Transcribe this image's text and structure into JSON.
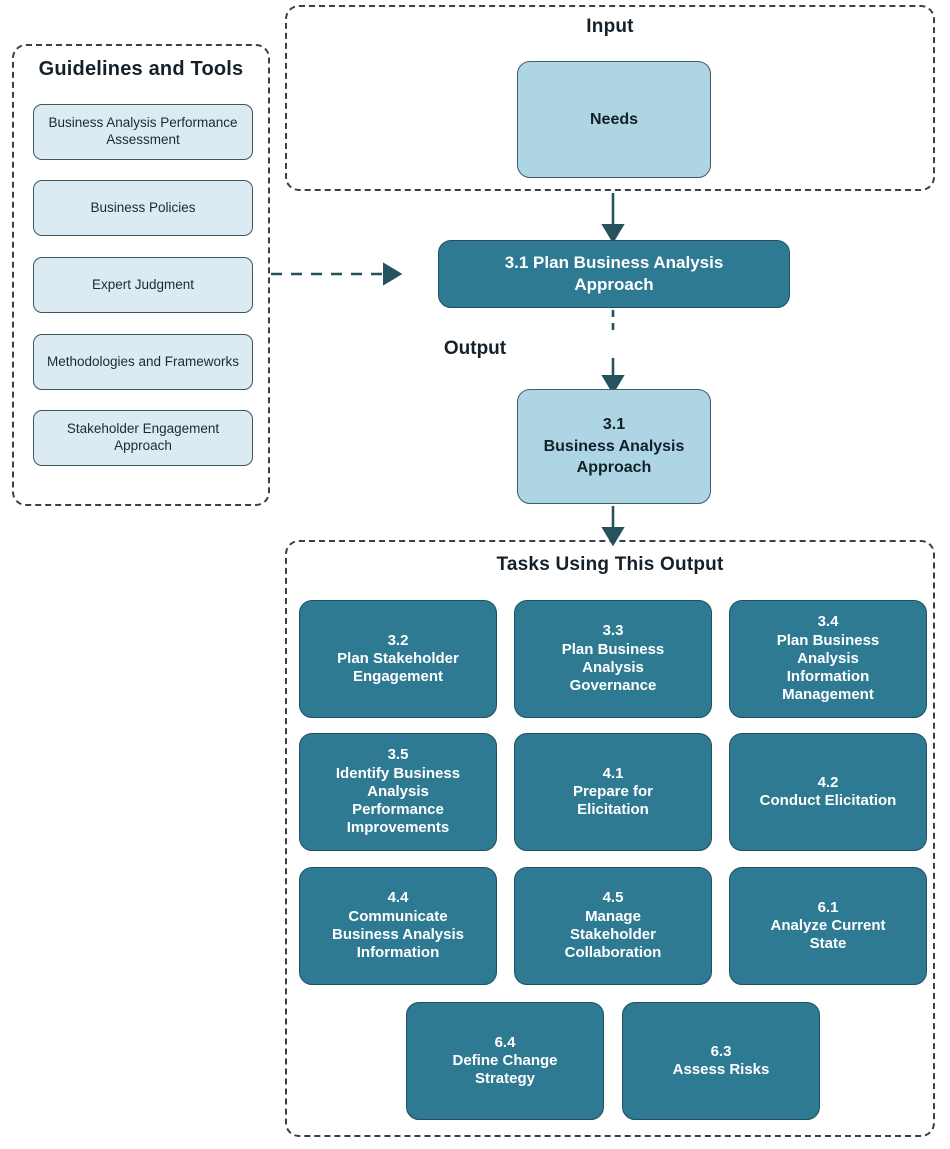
{
  "diagram": {
    "title": "Plan Business Analysis Approach input-output diagram",
    "colors": {
      "teal_fill": "#2E7A93",
      "teal_border": "#1F5062",
      "light_blue_fill": "#AED5E4",
      "light_blue_border": "#3F5C6B",
      "chip_fill": "#DCEBF1",
      "chip_border": "#3C5664",
      "dashed_border": "#32434D",
      "text_dark": "#1C2B33",
      "text_light": "#FFFFFF",
      "background": "#FFFFFF"
    }
  },
  "guidelines": {
    "title": "Guidelines and Tools",
    "items": [
      {
        "label": "Business Analysis\nPerformance Assessment"
      },
      {
        "label": "Business Policies"
      },
      {
        "label": "Expert Judgment"
      },
      {
        "label": "Methodologies and\nFrameworks"
      },
      {
        "label": "Stakeholder Engagement\nApproach"
      }
    ]
  },
  "input": {
    "title": "Input",
    "nodes": [
      {
        "label": "Needs"
      }
    ]
  },
  "process": {
    "label": "3.1 Plan Business Analysis\nApproach"
  },
  "output": {
    "label": "Output",
    "node": "3.1\nBusiness Analysis\nApproach"
  },
  "tasks": {
    "title": "Tasks Using This Output",
    "items": [
      {
        "number": "3.2",
        "name": "Plan Stakeholder\nEngagement",
        "label": "3.2\nPlan Stakeholder\nEngagement"
      },
      {
        "number": "3.3",
        "name": "Plan Business\nAnalysis\nGovernance",
        "label": "3.3\nPlan Business\nAnalysis\nGovernance"
      },
      {
        "number": "3.4",
        "name": "Plan Business\nAnalysis\nInformation\nManagement",
        "label": "3.4\nPlan Business\nAnalysis\nInformation\nManagement"
      },
      {
        "number": "3.5",
        "name": "Identify Business\nAnalysis\nPerformance\nImprovements",
        "label": "3.5\nIdentify Business\nAnalysis\nPerformance\nImprovements"
      },
      {
        "number": "4.1",
        "name": "Prepare for\nElicitation",
        "label": "4.1\nPrepare for\nElicitation"
      },
      {
        "number": "4.2",
        "name": "Conduct Elicitation",
        "label": "4.2\nConduct Elicitation"
      },
      {
        "number": "4.4",
        "name": "Communicate\nBusiness Analysis\nInformation",
        "label": "4.4\nCommunicate\nBusiness Analysis\nInformation"
      },
      {
        "number": "4.5",
        "name": "Manage\nStakeholder\nCollaboration",
        "label": "4.5\nManage\nStakeholder\nCollaboration"
      },
      {
        "number": "6.1",
        "name": "Analyze Current\nState",
        "label": "6.1\nAnalyze Current\nState"
      },
      {
        "number": "6.4",
        "name": "Define Change\nStrategy",
        "label": "6.4\nDefine Change\nStrategy"
      },
      {
        "number": "6.3",
        "name": "Assess Risks",
        "label": "6.3\nAssess Risks"
      }
    ]
  }
}
